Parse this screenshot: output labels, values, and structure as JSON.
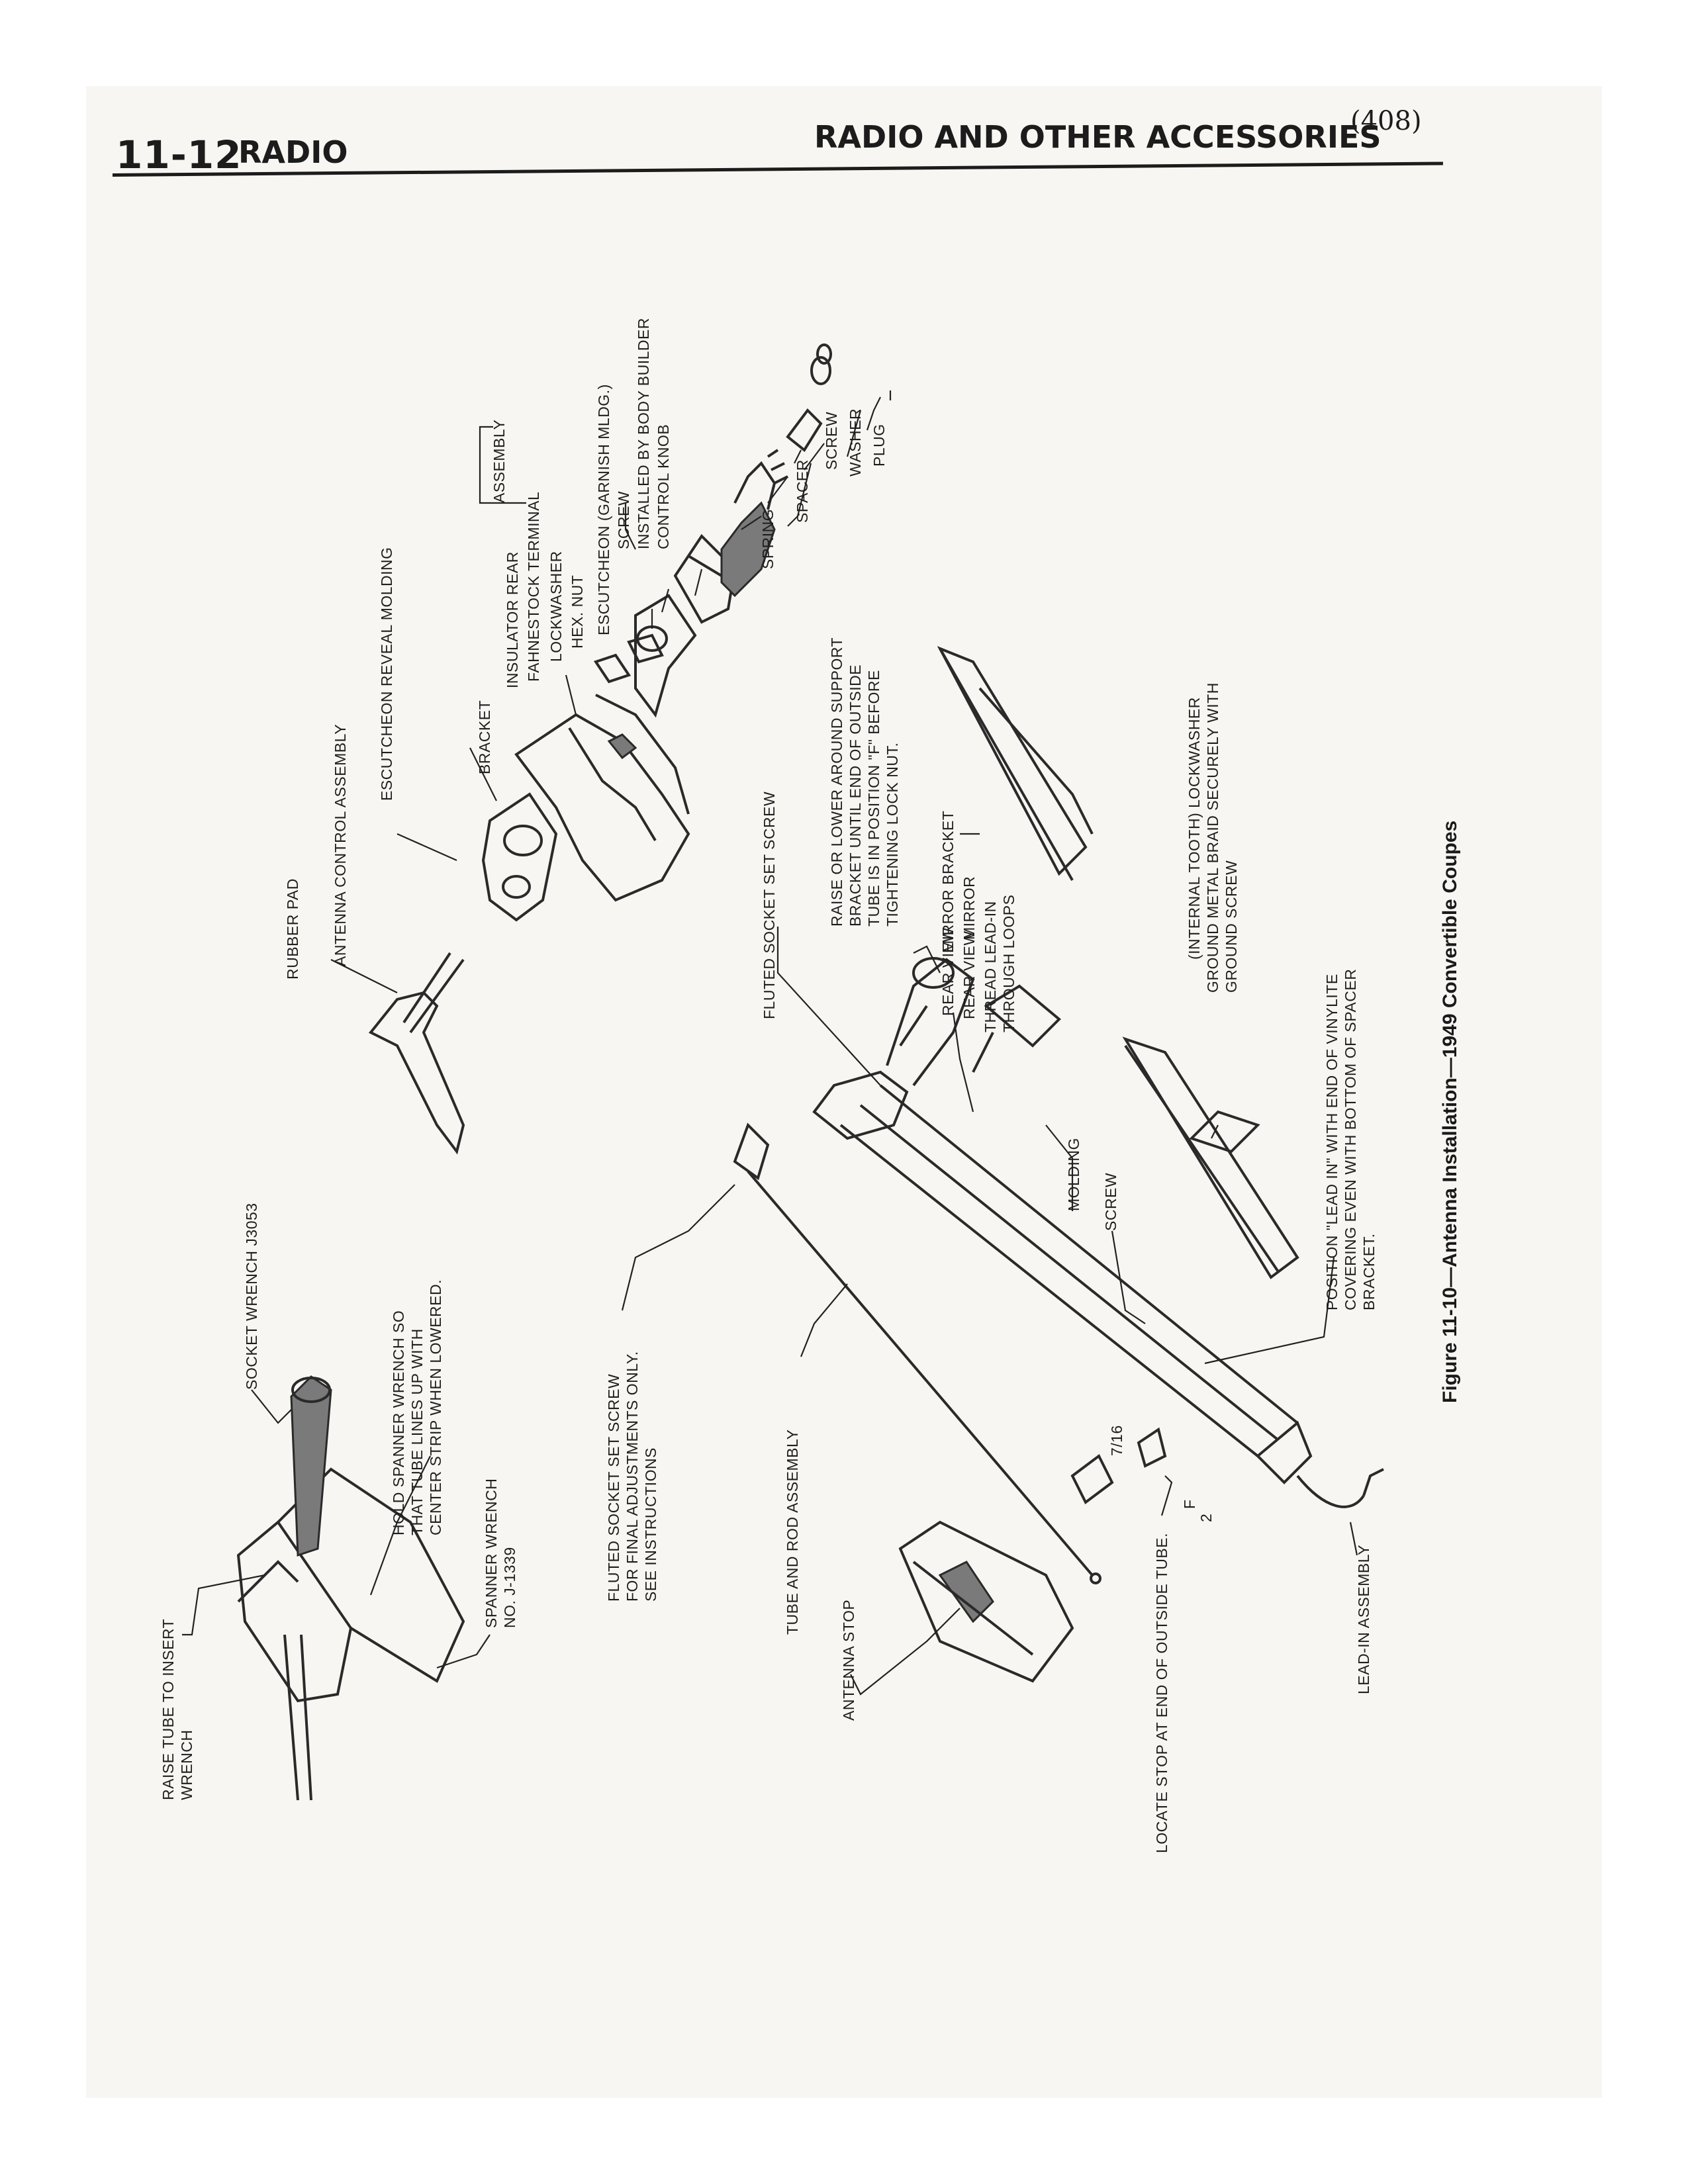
{
  "header": {
    "section_number": "11-12",
    "section_title": "RADIO",
    "chapter_title": "RADIO AND OTHER ACCESSORIES",
    "page_number": "(408)"
  },
  "figure": {
    "caption": "Figure 11-10—Antenna Installation—1949 Convertible Coupes",
    "labels": {
      "assembly": "ASSEMBLY",
      "screw_body_builder": "SCREW",
      "installed_by_body_builder": "INSTALLED BY BODY BUILDER",
      "control_knob": "CONTROL KNOB",
      "escutcheon_garnish": "ESCUTCHEON (GARNISH MLDG.)",
      "hex_nut": "HEX. NUT",
      "lockwasher": "LOCKWASHER",
      "fahnestock_terminal": "FAHNESTOCK TERMINAL",
      "insulator_rear": "INSULATOR REAR",
      "bracket": "BRACKET",
      "escutcheon_reveal": "ESCUTCHEON REVEAL MOLDING",
      "antenna_control_assembly": "ANTENNA CONTROL ASSEMBLY",
      "rubber_pad": "RUBBER PAD",
      "spring": "SPRING",
      "spacer": "SPACER",
      "screw": "SCREW",
      "washer": "WASHER",
      "plug": "PLUG",
      "raise_lower_1": "RAISE OR LOWER AROUND SUPPORT",
      "raise_lower_2": "BRACKET UNTIL END OF OUTSIDE",
      "raise_lower_3": "TUBE IS IN POSITION \"F\" BEFORE",
      "raise_lower_4": "TIGHTENING LOCK NUT.",
      "fluted_socket_set_screw": "FLUTED SOCKET SET SCREW",
      "mirror_bracket": "MIRROR BRACKET",
      "rear_view_mirror_1": "REAR VIEW",
      "rear_view_mirror_2": "MIRROR",
      "rear_view": "REAR VIEW",
      "thread_lead_in_1": "THREAD LEAD-IN",
      "thread_lead_in_2": "THROUGH LOOPS",
      "molding": "MOLDING",
      "screw_2": "SCREW",
      "internal_tooth_lockwasher": "(INTERNAL TOOTH) LOCKWASHER",
      "ground_braid": "GROUND METAL BRAID SECURELY WITH",
      "ground_screw": "GROUND SCREW",
      "position_lead_in_1": "POSITION \"LEAD IN\" WITH END OF VINYLITE",
      "position_lead_in_2": "COVERING EVEN WITH BOTTOM OF SPACER",
      "position_lead_in_3": "BRACKET.",
      "socket_wrench": "SOCKET WRENCH J3053",
      "hold_spanner_1": "HOLD SPANNER WRENCH SO",
      "hold_spanner_2": "THAT TUBE LINES UP WITH",
      "hold_spanner_3": "CENTER STRIP WHEN LOWERED.",
      "spanner_wrench_1": "SPANNER WRENCH",
      "spanner_wrench_2": "NO. J-1339",
      "raise_tube_1": "RAISE TUBE TO INSERT",
      "raise_tube_2": "WRENCH",
      "fluted_final_1": "FLUTED SOCKET SET SCREW",
      "fluted_final_2": "FOR FINAL ADJUSTMENTS ONLY.",
      "fluted_final_3": "SEE INSTRUCTIONS",
      "tube_rod_assembly": "TUBE AND ROD ASSEMBLY",
      "antenna_stop": "ANTENNA STOP",
      "locate_stop": "LOCATE STOP AT END OF OUTSIDE TUBE.",
      "lead_in_assembly": "LEAD-IN ASSEMBLY",
      "dimension_1": "7/16",
      "dimension_2": "2",
      "mark_f": "F"
    }
  }
}
